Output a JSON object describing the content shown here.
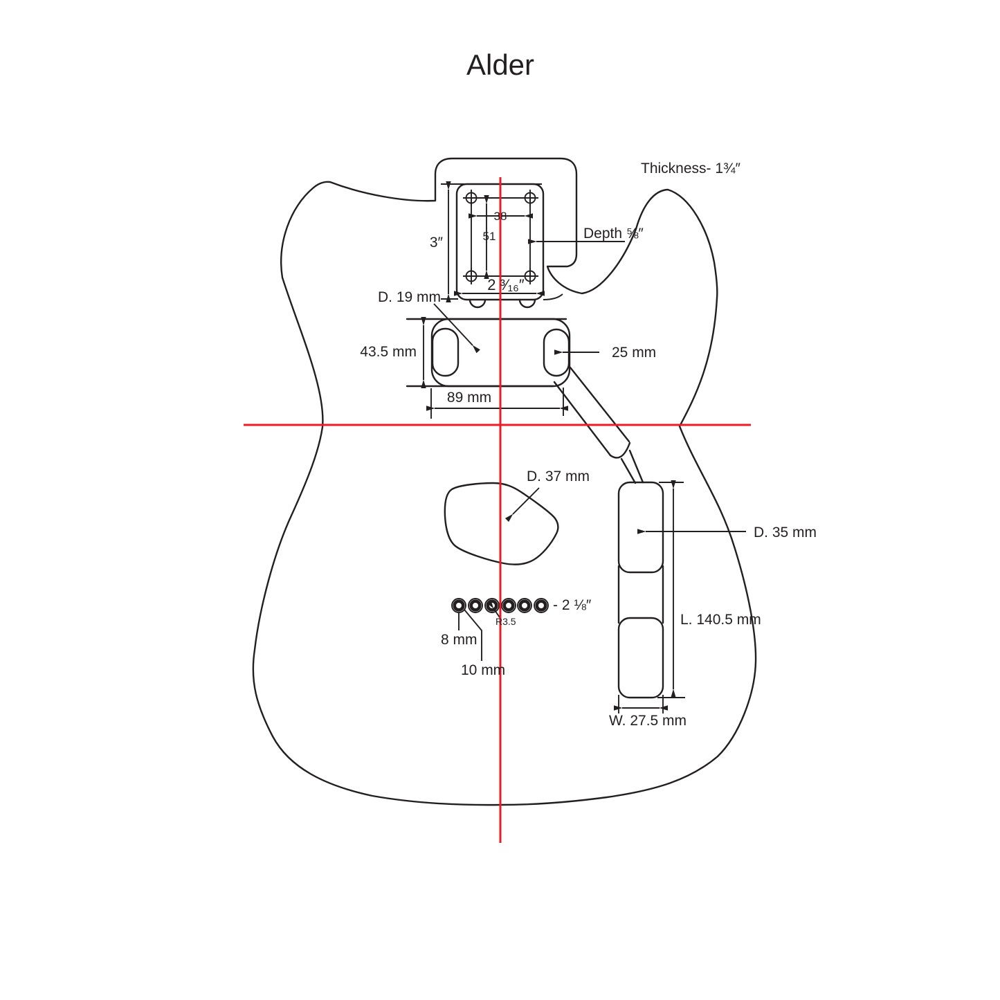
{
  "page": {
    "title": "Alder"
  },
  "drawing": {
    "colors": {
      "line": "#231f20",
      "centerline": "#ec1c24",
      "background": "#ffffff"
    },
    "annotations": {
      "thickness": "Thickness- 1¾″",
      "neck_pocket": {
        "length": "3″",
        "width": "2 ³⁄₁₆″",
        "depth": "Depth ⅝″",
        "screw_span_x": "38",
        "screw_span_y": "51"
      },
      "neck_pickup_cavity": {
        "route_diameter": "D. 19 mm",
        "height": "43.5 mm",
        "ear_width": "25 mm",
        "width": "89 mm"
      },
      "bridge_pickup_cavity": {
        "route_diameter": "D. 37 mm"
      },
      "control_cavity": {
        "route_diameter": "D. 35 mm",
        "length": "L. 140.5 mm",
        "width": "W. 27.5 mm"
      },
      "string_ferrules": {
        "spacing": "- 2 ⅛″",
        "radius": "R3.5",
        "hole_diameter": "8 mm",
        "ferrule_diameter": "10 mm"
      }
    }
  }
}
